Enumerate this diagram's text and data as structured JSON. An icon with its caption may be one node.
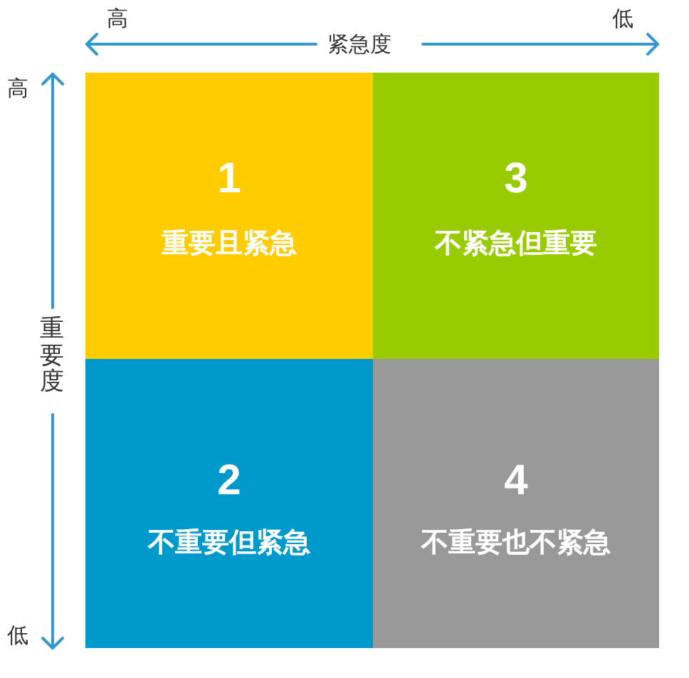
{
  "diagram": {
    "nodes": [
      {
        "text": [
          "1",
          "重要且紧急"
        ]
      },
      {
        "text": [
          "3",
          "不紧急但重要"
        ]
      },
      {
        "text": [
          "2",
          "不重要但紧急"
        ]
      },
      {
        "text": [
          "4",
          "不重要也不紧急"
        ]
      }
    ],
    "labels": [
      "高",
      "低",
      "紧急度",
      "高",
      "重要度",
      "低"
    ]
  }
}
